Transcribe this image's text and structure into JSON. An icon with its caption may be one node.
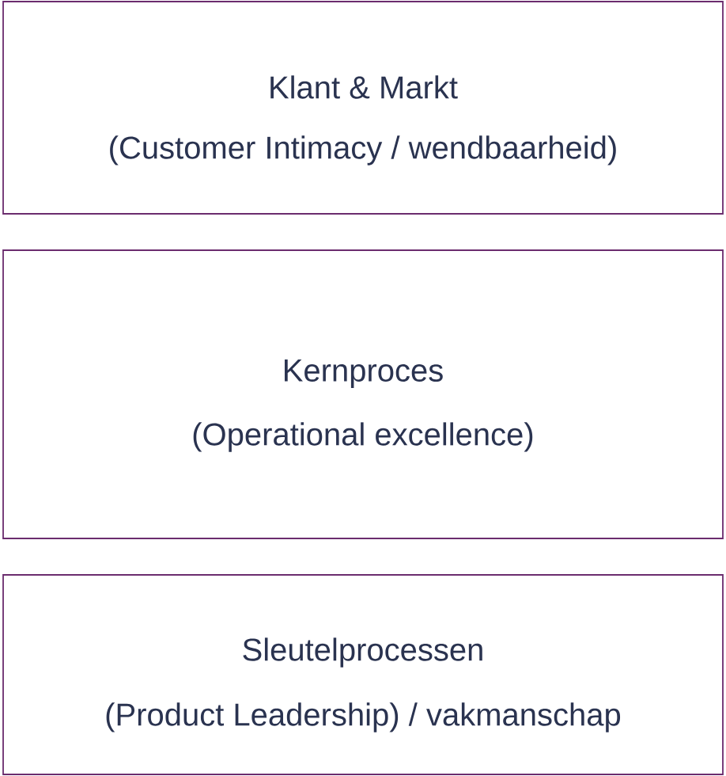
{
  "diagram": {
    "nodes": [
      {
        "text": [
          "Klant & Markt",
          "(Customer Intimacy / wendbaarheid)"
        ]
      },
      {
        "text": [
          "Kernproces",
          "(Operational excellence)"
        ]
      },
      {
        "text": [
          "Sleutelprocessen",
          "(Product Leadership) / vakmanschap"
        ]
      }
    ]
  }
}
